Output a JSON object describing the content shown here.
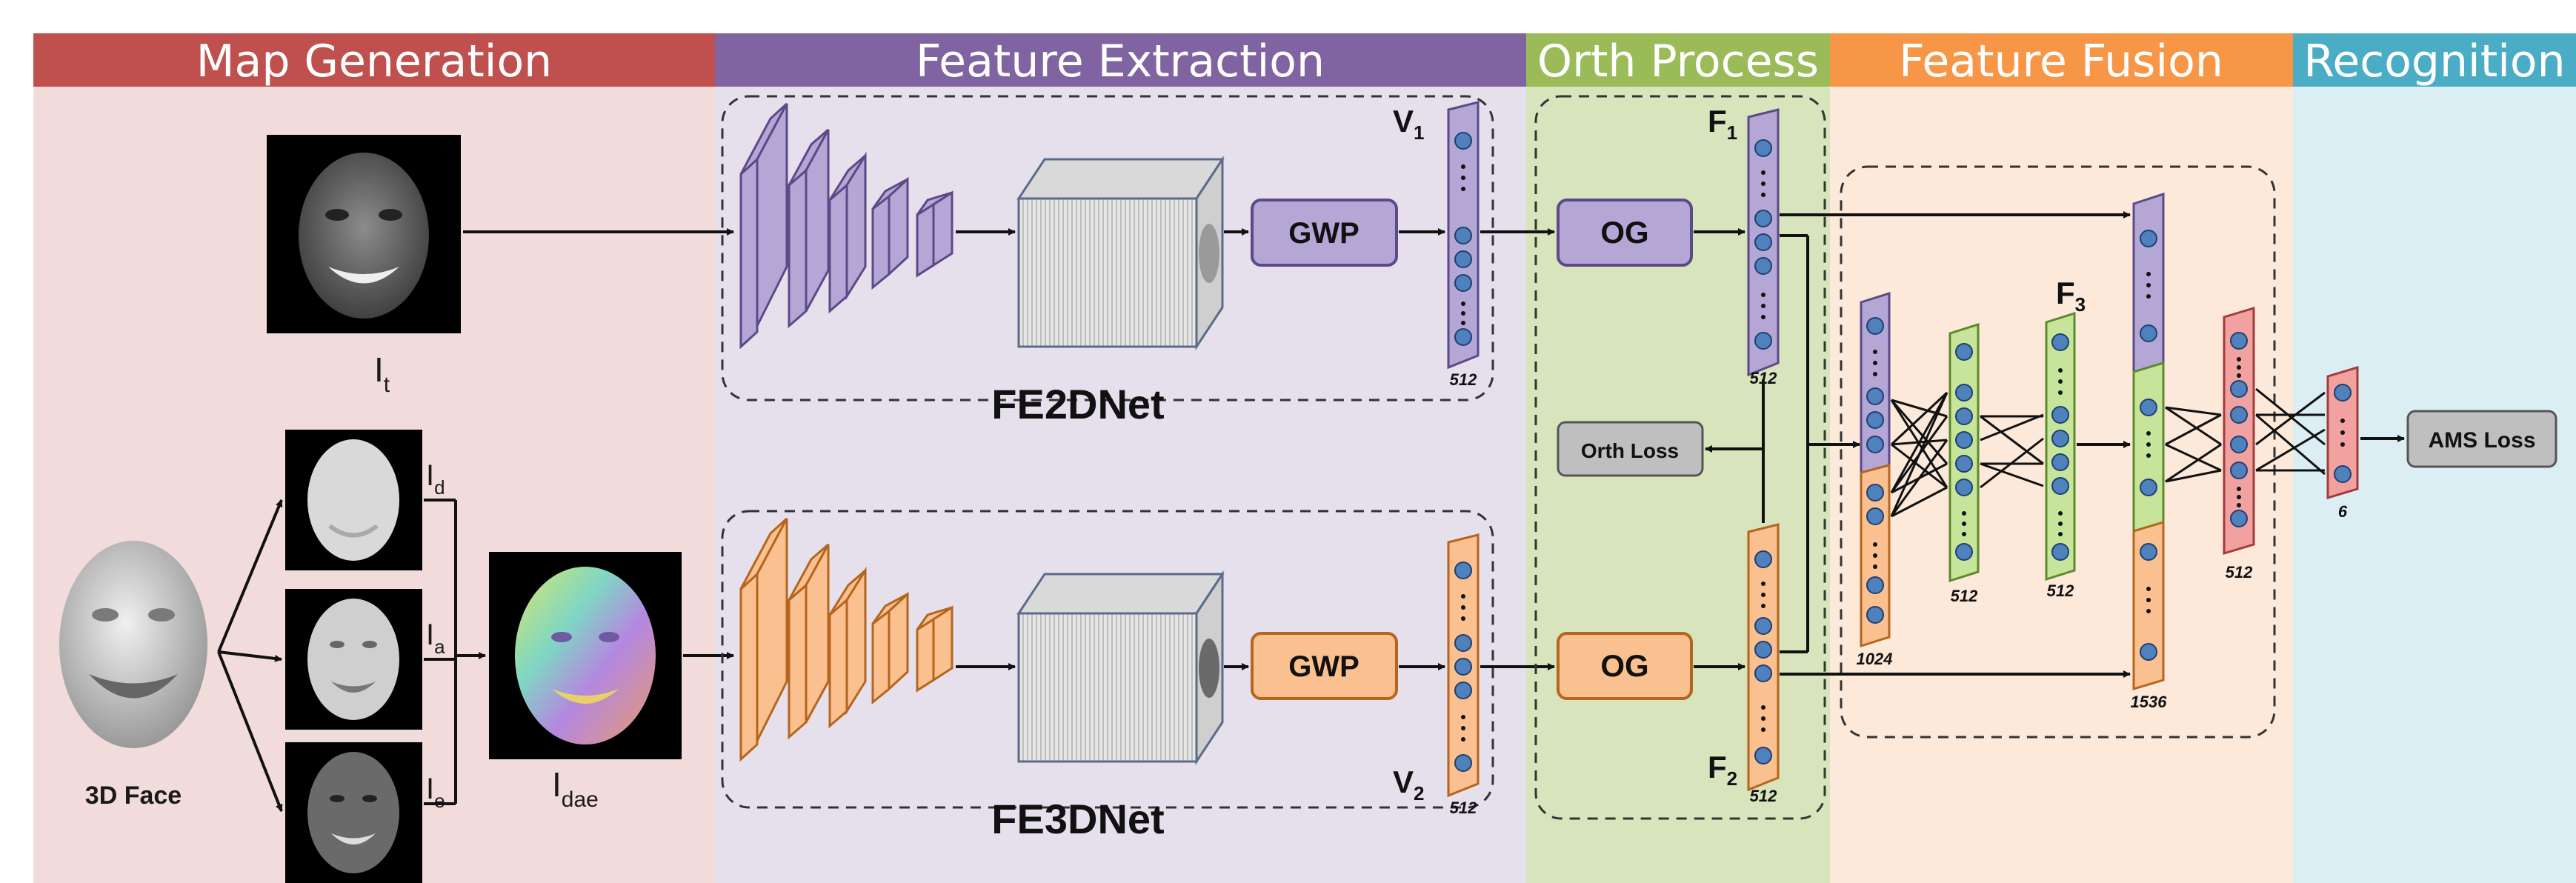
{
  "sections": [
    {
      "label": "Map Generation",
      "header_color": "#c0504d",
      "bg_color": "#f2dcdb"
    },
    {
      "label": "Feature Extraction",
      "header_color": "#8064a2",
      "bg_color": "#e5e0ec"
    },
    {
      "label": "Orth Process",
      "header_color": "#9bbb59",
      "bg_color": "#d7e4bc"
    },
    {
      "label": "Feature Fusion",
      "header_color": "#f79646",
      "bg_color": "#fde9d9"
    },
    {
      "label": "Recognition",
      "header_color": "#4bacc6",
      "bg_color": "#dbeef3"
    }
  ],
  "map_generation": {
    "it_main": "I",
    "it_sub": "t",
    "face3d_label": "3D Face",
    "id_main": "I",
    "id_sub": "d",
    "ia_main": "I",
    "ia_sub": "a",
    "ie_main": "I",
    "ie_sub": "e",
    "idae_main": "I",
    "idae_sub": "dae"
  },
  "feature_extraction": {
    "fe2d_label": "FE2DNet",
    "fe3d_label": "FE3DNet",
    "gwp_label": "GWP",
    "v1_main": "V",
    "v1_sub": "1",
    "v2_main": "V",
    "v2_sub": "2",
    "dim_512": "512"
  },
  "orth_process": {
    "og_label": "OG",
    "orth_loss_label": "Orth Loss",
    "f1_main": "F",
    "f1_sub": "1",
    "f2_main": "F",
    "f2_sub": "2"
  },
  "feature_fusion": {
    "f3_main": "F",
    "f3_sub": "3",
    "dim_1024": "1024",
    "dim_1536": "1536"
  },
  "recognition": {
    "ams_loss_label": "AMS Loss",
    "dim_6": "6"
  },
  "colors": {
    "purple_fill": "#b4a7d6",
    "orange_fill": "#fbc08f",
    "green_fill": "#c7e59a",
    "red_fill": "#f2a1a1",
    "node_fill": "#4f81bd",
    "gray_box": "#bfbfbf"
  }
}
